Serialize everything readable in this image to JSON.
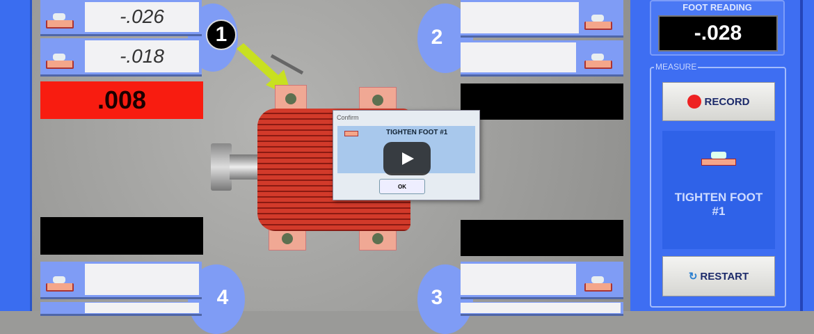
{
  "feet": [
    {
      "number": "1",
      "before": "-.026",
      "after": "-.018",
      "difference": ".008"
    },
    {
      "number": "2",
      "before": "",
      "after": "",
      "difference": ""
    },
    {
      "number": "3",
      "before": "",
      "after": "",
      "difference": ""
    },
    {
      "number": "4",
      "before": "",
      "after": "",
      "difference": ""
    }
  ],
  "dialog": {
    "title": "Confirm",
    "message": "TIGHTEN FOOT #1",
    "ok_label": "OK"
  },
  "right_panel": {
    "foot_reading_label": "FOOT READING",
    "foot_reading_value": "-.028",
    "measure_label": "MEASURE",
    "record_label": "RECORD",
    "instruction_line1": "TIGHTEN FOOT",
    "instruction_line2": "#1",
    "restart_label": "RESTART"
  },
  "colors": {
    "panel_blue": "#3e6ef2",
    "alert_red": "#f81c10",
    "arrow": "#c8e020"
  }
}
